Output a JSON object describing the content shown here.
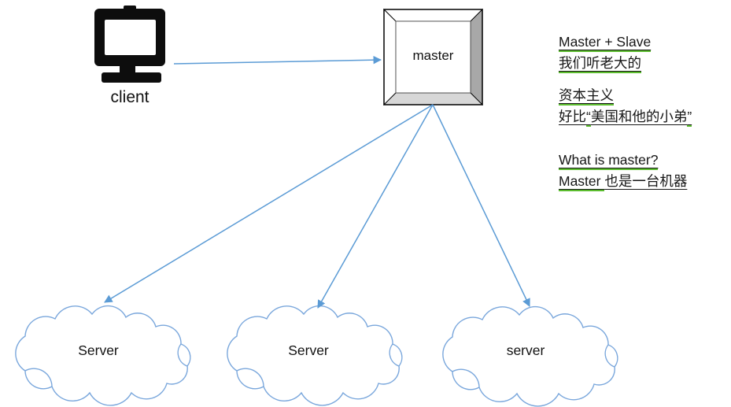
{
  "client": {
    "label": "client"
  },
  "master": {
    "label": "master"
  },
  "servers": [
    {
      "label": "Server"
    },
    {
      "label": "Server"
    },
    {
      "label": "server"
    }
  ],
  "notes": {
    "p1_l1": "Master + Slave",
    "p1_l2": "我们听老大的",
    "p2_l1": "资本主义",
    "p2_l2_pre": "好比",
    "p2_l2_q1": "“",
    "p2_l2_mid": "美国和他的小弟",
    "p2_l2_q2": "”",
    "p3_l1": "What is master?",
    "p3_l2_en": "Master ",
    "p3_l2_zh": "也是一台机器"
  },
  "colors": {
    "arrow": "#5b9bd5",
    "cloud": "#7aa7dc",
    "underline_green": "#5bbc2e"
  }
}
